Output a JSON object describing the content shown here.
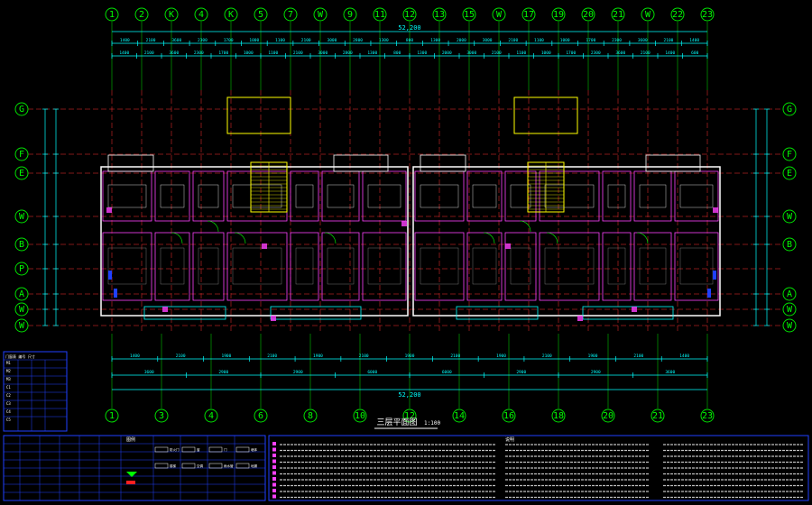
{
  "colors": {
    "background": "#000000",
    "grid_bubble": "#00ff00",
    "axis_line": "#ff3030",
    "dimension": "#00ffff",
    "wall": "#ffffff",
    "room_line": "#ff40ff",
    "accent_yellow": "#ffff00",
    "table_line": "#2040ff"
  },
  "axes_top": [
    "1",
    "2",
    "K",
    "4",
    "K",
    "5",
    "7",
    "W",
    "9",
    "11",
    "12",
    "13",
    "15",
    "W",
    "17",
    "19",
    "20",
    "21",
    "W",
    "22",
    "23"
  ],
  "axes_bottom": [
    "1",
    "3",
    "4",
    "6",
    "8",
    "10",
    "12",
    "14",
    "16",
    "18",
    "20",
    "21",
    "23"
  ],
  "axes_left": [
    "G",
    "F",
    "E",
    "W",
    "B",
    "P",
    "A",
    "W",
    "W"
  ],
  "axes_right": [
    "G",
    "F",
    "E",
    "W",
    "B",
    "A",
    "W",
    "W"
  ],
  "plan_title": "三层平面图",
  "plan_scale": "1:100",
  "total_dim_top": "52,200",
  "total_dim_bottom": "52,200",
  "dim_row1_top": [
    "1400",
    "2100",
    "3600",
    "2300",
    "1700",
    "1000",
    "1100",
    "2100",
    "3000",
    "2800",
    "1300",
    "800",
    "1300",
    "2000",
    "3000",
    "2100",
    "1100",
    "1000",
    "1700",
    "2300",
    "3600",
    "2100",
    "1400"
  ],
  "dim_row_bottom": [
    "1400",
    "2100",
    "1900",
    "2100",
    "1900",
    "2100",
    "1900",
    "2100",
    "1900",
    "2100",
    "1900",
    "2100",
    "1400"
  ],
  "dim_row2_bottom": [
    "3600",
    "2900",
    "2900",
    "6000",
    "6000",
    "2900",
    "2900",
    "3600"
  ],
  "legend_title": "图例",
  "legend_rows": [
    "防火门",
    "窗",
    "门",
    "墙体",
    "楼梯",
    "空调",
    "雨水管",
    "地漏"
  ],
  "notes_title": "说明",
  "left_table_header": "门窗表 编号 尺寸",
  "left_table_rows": [
    "M1",
    "M2",
    "M3",
    "C1",
    "C2",
    "C3",
    "C4",
    "C5"
  ]
}
